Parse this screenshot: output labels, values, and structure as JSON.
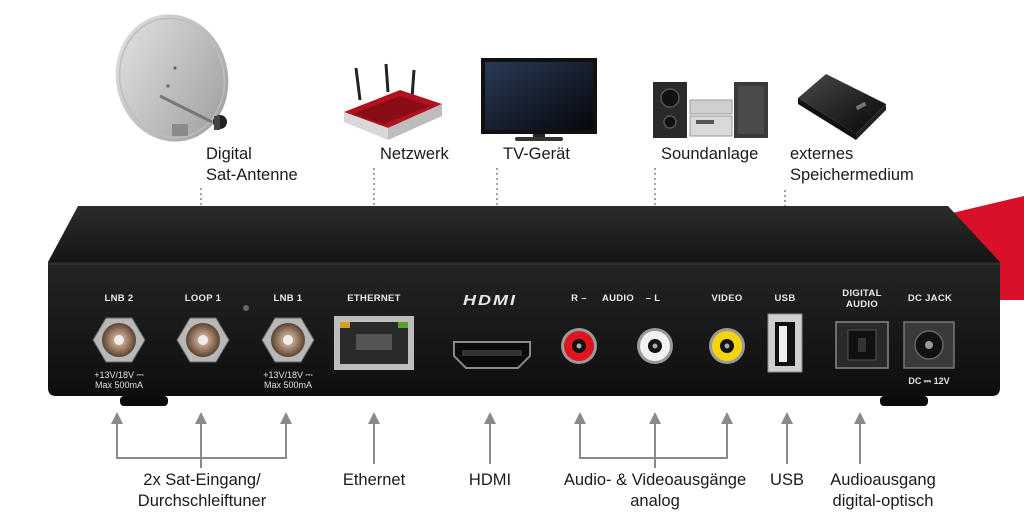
{
  "device_labels": {
    "sat_antenna": [
      "Digital",
      "Sat-Antenne"
    ],
    "network": "Netzwerk",
    "tv": "TV-Gerät",
    "sound": "Soundanlage",
    "storage": [
      "externes",
      "Speichermedium"
    ]
  },
  "port_labels": {
    "lnb2": "LNB 2",
    "loop1": "LOOP 1",
    "lnb1": "LNB 1",
    "ethernet": "ETHERNET",
    "hdmi_logo": "HDMI",
    "audio_r": "R –",
    "audio": "AUDIO",
    "audio_l": "– L",
    "video": "VIDEO",
    "usb": "USB",
    "digital_audio": [
      "DIGITAL",
      "AUDIO"
    ],
    "dc_jack": "DC JACK",
    "lnb2_spec": [
      "+13V/18V ⎓",
      "Max 500mA"
    ],
    "lnb1_spec": [
      "+13V/18V ⎓",
      "Max 500mA"
    ],
    "dc_spec": "DC ⎓ 12V"
  },
  "bottom_labels": {
    "sat_input": [
      "2x Sat-Eingang/",
      "Durchschleiftuner"
    ],
    "ethernet": "Ethernet",
    "hdmi": "HDMI",
    "av_out": [
      "Audio- & Videoausgänge",
      "analog"
    ],
    "usb": "USB",
    "digital_out": [
      "Audioausgang",
      "digital-optisch"
    ]
  },
  "colors": {
    "box_body": "#1c1c1c",
    "accent_red": "#d8102a",
    "rca_red": "#e0141e",
    "rca_white": "#f2f2f2",
    "rca_yellow": "#f4d40a",
    "router_red": "#b0121e"
  }
}
